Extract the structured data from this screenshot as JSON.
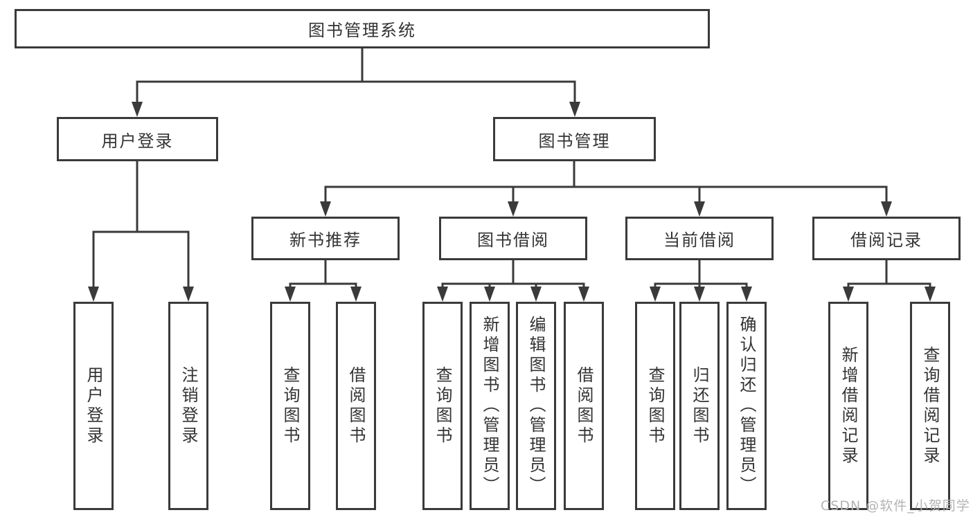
{
  "tree": {
    "root": {
      "label": "图书管理系统"
    },
    "children": [
      {
        "label": "用户登录",
        "children": [
          {
            "label": "用户登录"
          },
          {
            "label": "注销登录"
          }
        ]
      },
      {
        "label": "图书管理",
        "children": [
          {
            "label": "新书推荐",
            "children": [
              {
                "label": "查询图书"
              },
              {
                "label": "借阅图书"
              }
            ]
          },
          {
            "label": "图书借阅",
            "children": [
              {
                "label": "查询图书"
              },
              {
                "label": "新增图书（管理员）"
              },
              {
                "label": "编辑图书（管理员）"
              },
              {
                "label": "借阅图书"
              }
            ]
          },
          {
            "label": "当前借阅",
            "children": [
              {
                "label": "查询图书"
              },
              {
                "label": "归还图书"
              },
              {
                "label": "确认归还（管理员）"
              }
            ]
          },
          {
            "label": "借阅记录",
            "children": [
              {
                "label": "新增借阅记录"
              },
              {
                "label": "查询借阅记录"
              }
            ]
          }
        ]
      }
    ]
  },
  "watermark": {
    "text": "CSDN @软件_小贺同学"
  },
  "colors": {
    "line": "#3a3a3a",
    "text": "#333333",
    "background": "#ffffff",
    "watermark": "#b3b3b3"
  }
}
